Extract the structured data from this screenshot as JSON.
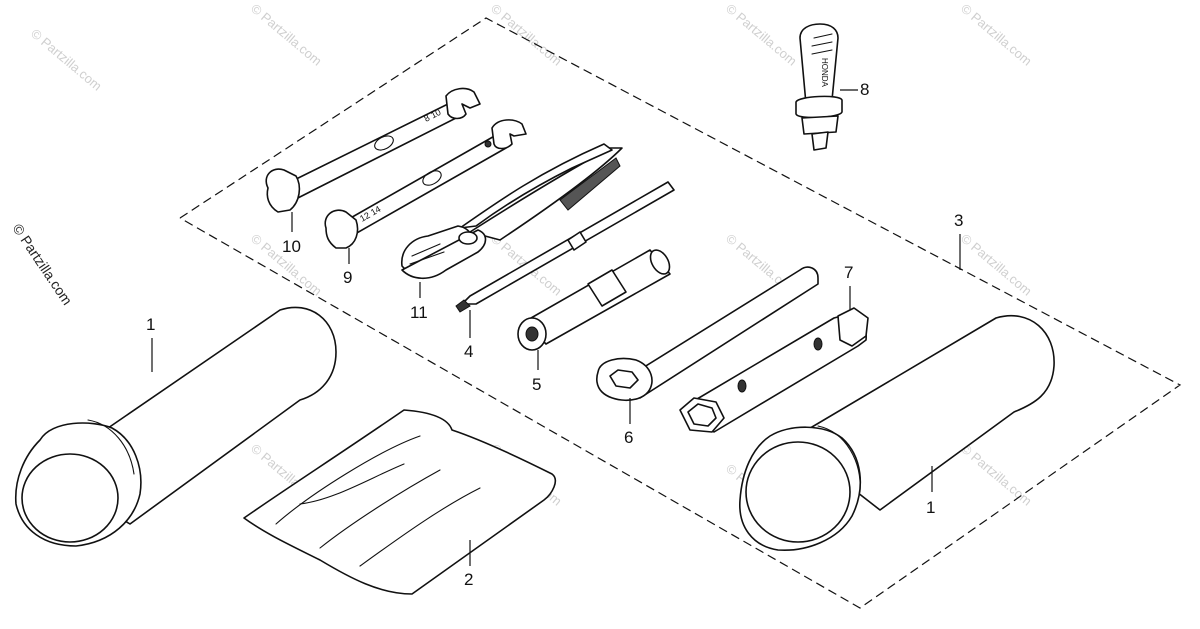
{
  "watermark": "© Partzilla.com",
  "parts": [
    {
      "id": "p10",
      "num": "10"
    },
    {
      "id": "p9",
      "num": "9"
    },
    {
      "id": "p11",
      "num": "11"
    },
    {
      "id": "p4",
      "num": "4"
    },
    {
      "id": "p5",
      "num": "5"
    },
    {
      "id": "p6",
      "num": "6"
    },
    {
      "id": "p7",
      "num": "7"
    },
    {
      "id": "p8",
      "num": "8"
    },
    {
      "id": "p3",
      "num": "3"
    },
    {
      "id": "p1a",
      "num": "1"
    },
    {
      "id": "p1b",
      "num": "1"
    },
    {
      "id": "p2",
      "num": "2"
    }
  ],
  "brand_marks": {
    "plug_tool": "HONDA",
    "wrench_sizes_a": "8 10",
    "wrench_sizes_b": "12 14"
  }
}
